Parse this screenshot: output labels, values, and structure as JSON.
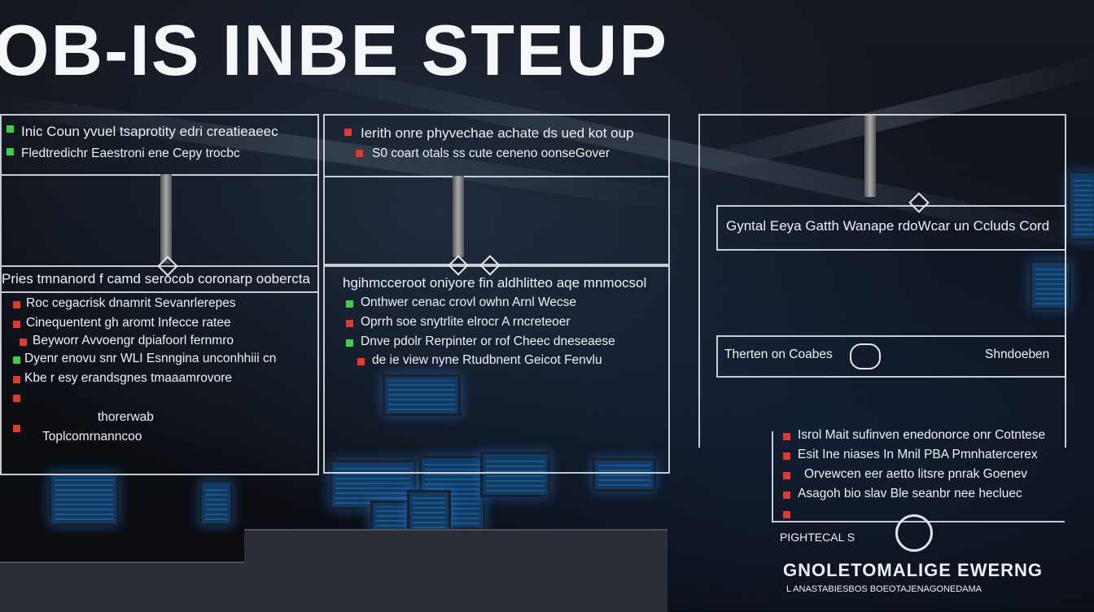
{
  "title": "OB-IS INBE STEUP",
  "left_panel": {
    "header_lines": [
      "Inic Coun yvuel tsaprotity edri creatieaeec",
      "Fledtredichr Eaestroni ene Cepy trocbc"
    ],
    "section_title": "Pries tmnanord f camd serocob coronarp oobercta",
    "items": [
      {
        "text": "Roc cegacrisk dnamrit Sevanrlerepes",
        "color": "red"
      },
      {
        "text": "Cinequentent gh aromt Infecce ratee",
        "color": "red"
      },
      {
        "text": "Beyworr Avvoengr dpiafoorl fernmro",
        "color": "red"
      },
      {
        "text": "Dyenr enovu snr WLI Esnngina unconhhiii cn",
        "color": "green"
      },
      {
        "text": "Kbe r esy erandsgnes tmaaamrovore",
        "color": "red"
      },
      {
        "text": "",
        "color": "red"
      },
      {
        "text": "",
        "color": "red"
      }
    ],
    "footer_lines": [
      "thorerwab",
      "Toplcomrnanncoo"
    ]
  },
  "middle_panel": {
    "header_lines": [
      "Ierith onre phyvechae achate ds ued kot oup",
      "S0 coart otals ss cute ceneno oonseGover"
    ],
    "section_title": "hgihmcceroot oniyore fin aldhlitteo aqe mnmocsol",
    "items": [
      {
        "text": "Onthwer cenac crovl owhn Arnl Wecse",
        "color": "green"
      },
      {
        "text": "Oprrh soe snytrlite elrocr A rncreteoer",
        "color": "red"
      },
      {
        "text": "Dnve pdolr Rerpinter or rof Cheec dneseaese",
        "color": "green"
      },
      {
        "text": "de ie view nyne Rtudbnent Geicot Fenvlu",
        "color": "red"
      }
    ]
  },
  "right_panel": {
    "bar1": "Gyntal Eeya Gatth Wanape rdoWcar un Ccluds Cord",
    "bar2_left": "Therten on Coabes",
    "bar2_right": "Shndoeben",
    "bar2_icon": "plug-icon",
    "items": [
      {
        "text": "Isrol Mait sufinven enedonorce onr Cotntese",
        "color": "red"
      },
      {
        "text": "Esit Ine niases In Mnil PBA Pmnhatercerex",
        "color": "red"
      },
      {
        "text": "Orvewcen eer aetto litsre pnrak Goenev",
        "color": "red"
      },
      {
        "text": "Asagoh bio slav Ble seanbr nee hecluec",
        "color": "red"
      },
      {
        "text": "",
        "color": "red"
      }
    ],
    "footer_label": "PIGHTECAL S",
    "footer_big": "GNOLETOMALIGE EWERNG",
    "footer_small": "L ANASTABIESBOS BOEOTAJENAGONEDAMA"
  },
  "colors": {
    "red": "#e03a2f",
    "green": "#39d24a",
    "frame": "#e6ebf0"
  }
}
